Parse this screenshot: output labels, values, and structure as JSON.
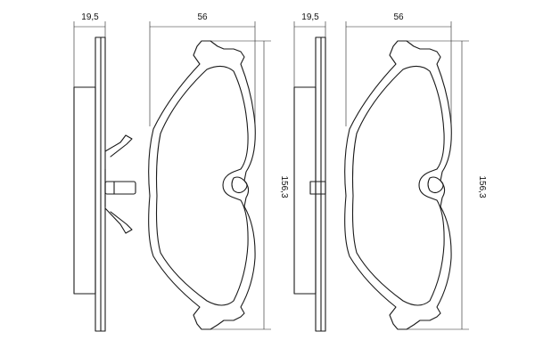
{
  "dimensions": {
    "left_pad": {
      "thickness": "19,5",
      "width": "56",
      "height": "156,3"
    },
    "right_pad": {
      "thickness": "19,5",
      "width": "56",
      "height": "156,3"
    }
  },
  "colors": {
    "line": "#1a1a1a",
    "background": "#ffffff"
  }
}
